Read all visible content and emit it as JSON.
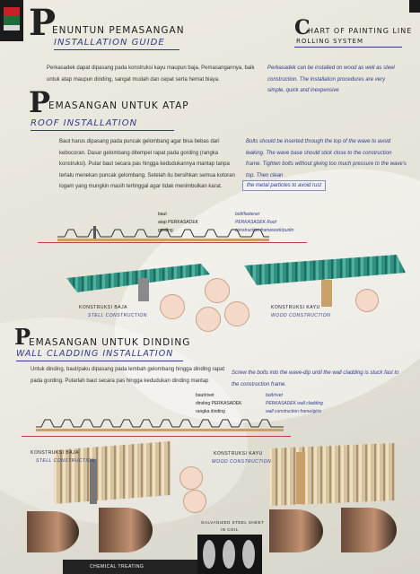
{
  "guide": {
    "big_letter": "P",
    "title_rest": "ENUNTUN PEMASANGAN",
    "subtitle": "INSTALLATION GUIDE",
    "para_id": "Perkasadek dapat dipasang pada konstruksi kayu maupun baja. Pemasangannya, baik untuk atap maupun dinding, sangat mudah dan cepat serta hemat biaya.",
    "para_en": "Perkasadek can be installed on wood as well as steel construction. The installation procedures are very simple, quick and inexpensive"
  },
  "chart": {
    "big_letter": "C",
    "title_rest": "HART OF PAINTING LINE",
    "subtitle": "ROLLING SYSTEM"
  },
  "roof": {
    "big_letter": "P",
    "title_rest": "EMASANGAN UNTUK ATAP",
    "subtitle": "ROOF INSTALLATION",
    "para_id": "Baut harus dipasang pada puncak gelombang agar bisa bebas dari kebocoran. Dasar gelombang ditempel rapat pada gording (rangka konstruksi). Putar baut secara pas hingga kedudukannya mantap tanpa terlalu menekan puncak gelombang. Setelah itu bersihkan semua kotoran logam yang mungkin masih tertinggal agar tidak menimbulkan karat.",
    "para_en": "Bolts should be inserted through the top of the wave to avoid leaking. The wave base should stick close to the construction frame. Tighten bolts without giving too much pressure to the wave's top. Then clean",
    "para_en_box": "the metal particles to avoid rust",
    "labels_id": [
      "baut",
      "atap PERKASADEK",
      "gording"
    ],
    "labels_en": [
      "bolt/fastener",
      "PERKASADEK Roof",
      "construction framework/purlin"
    ],
    "cap_steel_id": "KONSTRUKSI BAJA",
    "cap_steel_en": "STELL CONSTRUCTION",
    "cap_wood_id": "KONSTRUKSI KAYU",
    "cap_wood_en": "WOOD CONSTRUCTION"
  },
  "wall": {
    "big_letter": "P",
    "title_rest": "EMASANGAN UNTUK DINDING",
    "subtitle": "WALL CLADDING INSTALLATION",
    "para_id": "Untuk dinding, baut/paku dipasang pada lembah gelombang hingga dinding rapat pada gording. Putarlah baut secara pas hingga kedudukan dinding mantap",
    "para_en": "Screw the bolts into the wave-dip until the wall cladding is stuck fast to the construction frame.",
    "labels_id": [
      "baut/rivet",
      "dinding PERKASADEK",
      "rangka dinding"
    ],
    "labels_en": [
      "bolt/rivet",
      "PERKASADEK wall cladding",
      "wall construction frame/girts"
    ],
    "cap_steel_id": "KONSTRUKSI BAJA",
    "cap_steel_en": "STELL CONSTRUCTION",
    "cap_wood_id": "KONSTRUKSI KAYU",
    "cap_wood_en": "WOOD CONSTRUCTION"
  },
  "bottom": {
    "galv_line1": "GALVANIZED STEEL SHEET",
    "galv_line2": "IN COIL",
    "chem_label": "CHEMICAL TREATING"
  },
  "colors": {
    "roof_green": "#2f8f80",
    "accent_blue": "#2c3c8c",
    "wood": "#c9a06a"
  }
}
